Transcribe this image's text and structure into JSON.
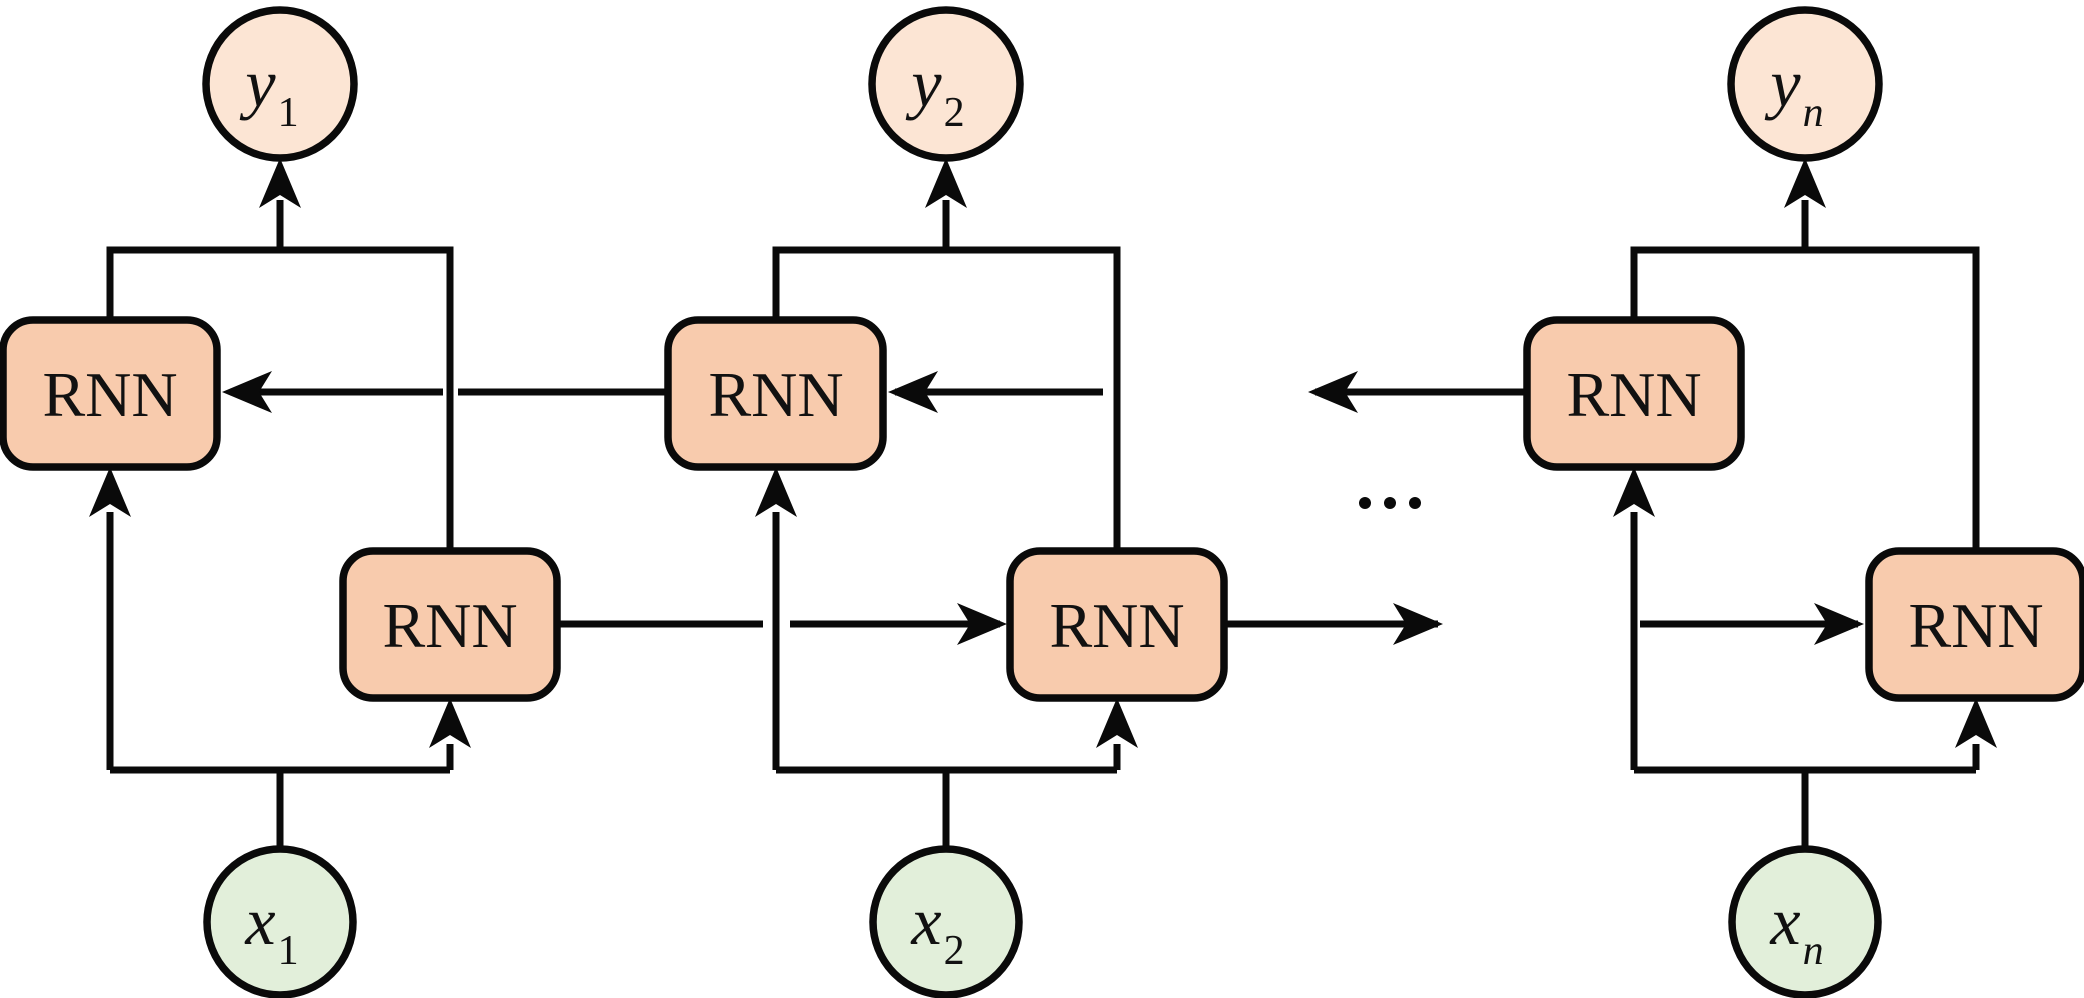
{
  "figure": {
    "kind": "bidirectional recurrent neural network diagram",
    "cell_label": "RNN",
    "ellipsis": "…",
    "colors": {
      "cell_fill": "#F8CBAD",
      "output_fill": "#FCE5D4",
      "input_fill": "#E2EFDA",
      "line": "#0A0A0A"
    },
    "outputs": [
      {
        "main": "y",
        "sub": "1",
        "sub_style": "normal"
      },
      {
        "main": "y",
        "sub": "2",
        "sub_style": "normal"
      },
      {
        "main": "y",
        "sub": "n",
        "sub_style": "italic"
      }
    ],
    "inputs": [
      {
        "main": "x",
        "sub": "1",
        "sub_style": "normal"
      },
      {
        "main": "x",
        "sub": "2",
        "sub_style": "normal"
      },
      {
        "main": "x",
        "sub": "n",
        "sub_style": "italic"
      }
    ]
  }
}
